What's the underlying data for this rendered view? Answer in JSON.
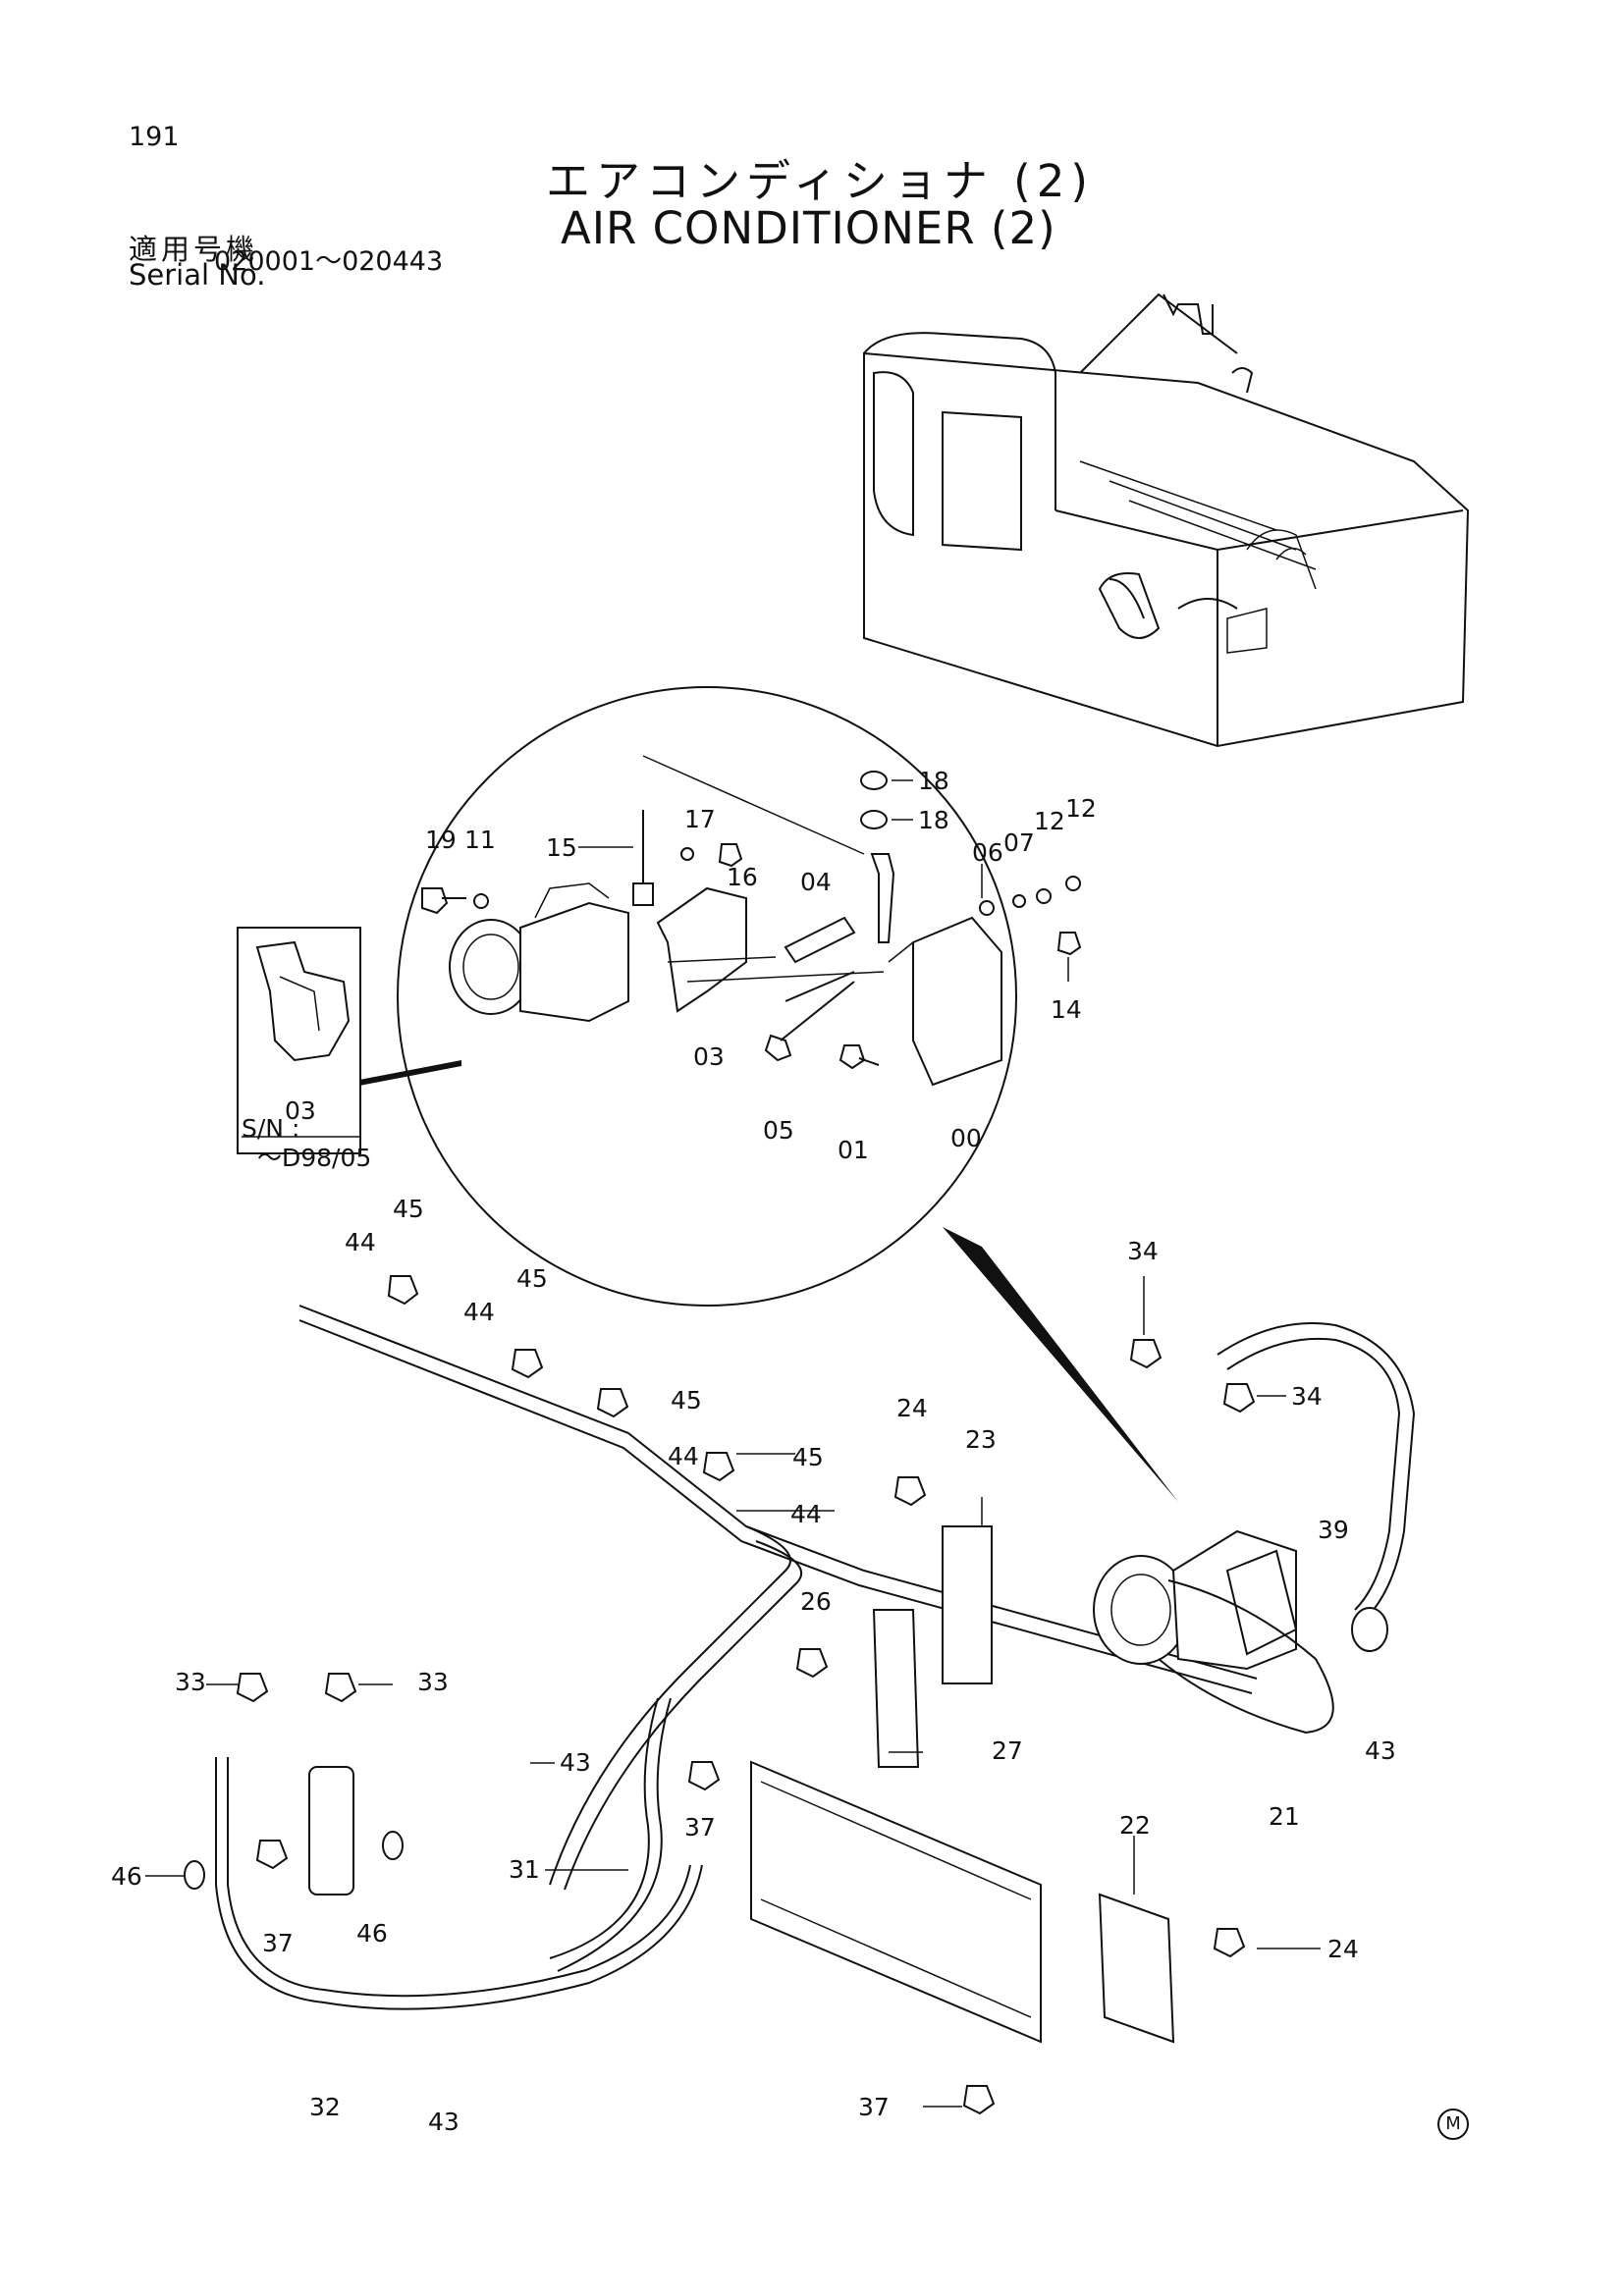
{
  "header": {
    "page_number": "191",
    "title_jp": "エアコンディショナ (2)",
    "title_en": "AIR CONDITIONER (2)",
    "serial_label_jp": "適用号機",
    "serial_label_en": "Serial No.",
    "serial_range": "020001～020443"
  },
  "inset": {
    "part_label": "03",
    "sn_label": "S/N :",
    "sn_value": "～D98/05"
  },
  "callouts": {
    "c18a": "18",
    "c18b": "18",
    "c17": "17",
    "c16": "16",
    "c19": "19",
    "c11": "11",
    "c15": "15",
    "c04": "04",
    "c06": "06",
    "c07": "07",
    "c12a": "12",
    "c12b": "12",
    "c14": "14",
    "c03": "03",
    "c05": "05",
    "c01": "01",
    "c00": "00",
    "c45a": "45",
    "c44a": "44",
    "c45b": "45",
    "c44b": "44",
    "c45c": "45",
    "c44c": "44",
    "c45d": "45",
    "c44d": "44",
    "c34a": "34",
    "c34b": "34",
    "c39": "39",
    "c24a": "24",
    "c23": "23",
    "c26": "26",
    "c43a": "43",
    "c21": "21",
    "c33a": "33",
    "c33b": "33",
    "c43b": "43",
    "c27": "27",
    "c37a": "37",
    "c46a": "46",
    "c37b": "37",
    "c46b": "46",
    "c31": "31",
    "c22": "22",
    "c24b": "24",
    "c32": "32",
    "c43c": "43",
    "c37c": "37"
  },
  "footer": {
    "mark": "M"
  }
}
